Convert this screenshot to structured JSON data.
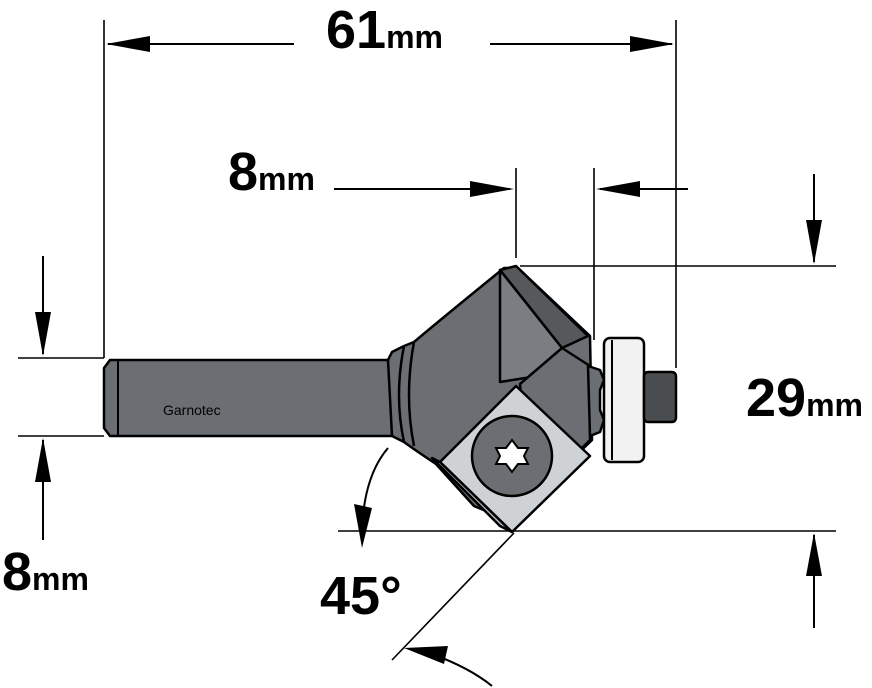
{
  "dimensions": {
    "overall_length": {
      "value": "61",
      "unit": "mm"
    },
    "cut_depth": {
      "value": "8",
      "unit": "mm"
    },
    "cutting_diameter": {
      "value": "29",
      "unit": "mm"
    },
    "shank_diameter": {
      "value": "8",
      "unit": "mm"
    },
    "bevel_angle": {
      "value": "45°"
    }
  },
  "brand_label": "Garnotec",
  "colors": {
    "body": "#6b6f73",
    "body_dark": "#55595c",
    "blade_light": "#cfd2d4",
    "bearing": "#f2f2f2",
    "pin": "#4a4d50"
  }
}
